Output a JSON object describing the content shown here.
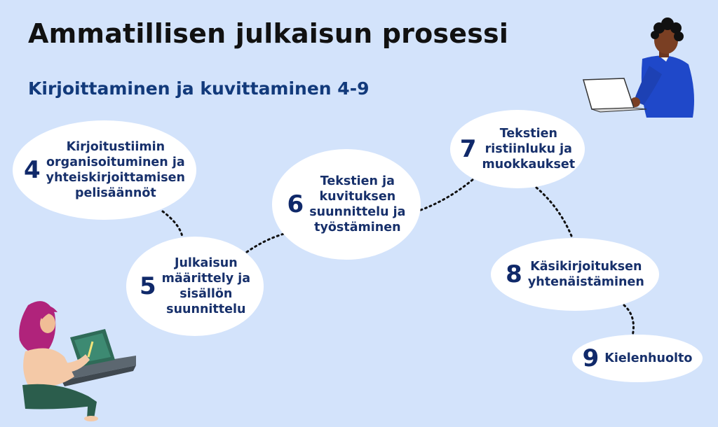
{
  "title": "Ammatillisen julkaisun prosessi",
  "subtitle": "Kirjoittaminen ja kuvittaminen 4-9",
  "steps": [
    {
      "number": "4",
      "lines": [
        "Kirjoitustiimin",
        "organisoituminen ja",
        "yhteiskirjoittamisen",
        "pelisäännöt"
      ]
    },
    {
      "number": "5",
      "lines": [
        "Julkaisun",
        "määrittely ja",
        "sisällön",
        "suunnittelu"
      ]
    },
    {
      "number": "6",
      "lines": [
        "Tekstien ja",
        "kuvituksen",
        "suunnittelu ja",
        "työstäminen"
      ]
    },
    {
      "number": "7",
      "lines": [
        "Tekstien",
        "ristiinluku ja",
        "muokkaukset"
      ]
    },
    {
      "number": "8",
      "lines": [
        "Käsikirjoituksen",
        "yhtenäistäminen"
      ]
    },
    {
      "number": "9",
      "lines": [
        "Kielenhuolto"
      ]
    }
  ],
  "colors": {
    "background": "#d3e3fb",
    "node": "#ffffff",
    "text_dark": "#17306b",
    "title": "#111111",
    "subtitle": "#123a7b"
  }
}
